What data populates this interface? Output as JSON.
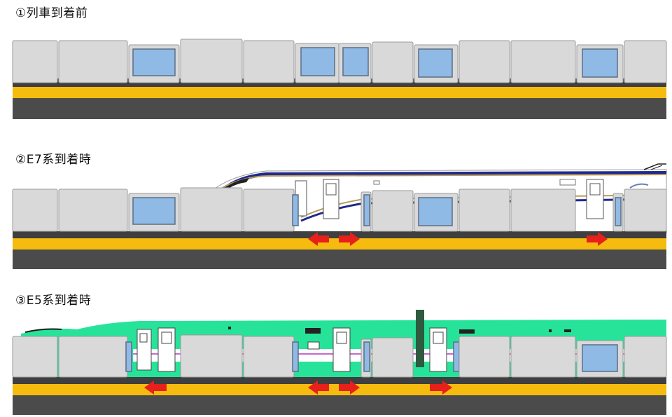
{
  "panels": [
    {
      "caption": "①列車到着前",
      "train": "none",
      "arrows": []
    },
    {
      "caption": "②E7系到着時",
      "train": "E7",
      "arrows": [
        "left",
        "right",
        "right"
      ]
    },
    {
      "caption": "③E5系到着時",
      "train": "E5",
      "arrows": [
        "left",
        "left",
        "right",
        "right"
      ]
    }
  ],
  "colors": {
    "platform_yellow": "#f6bb0f",
    "platform_floor": "#4b4b4b",
    "gate_panel": "#d9d9d9",
    "gate_edge": "#9a9a9a",
    "window_blue": "#8fbae6",
    "e7_body": "#ffffff",
    "e7_stripe_blue": "#1f2a8c",
    "e7_stripe_gold": "#b99a5a",
    "e5_body": "#27e39a",
    "e5_stripe_pink": "#c46ad0",
    "arrow_red": "#e8201b"
  }
}
